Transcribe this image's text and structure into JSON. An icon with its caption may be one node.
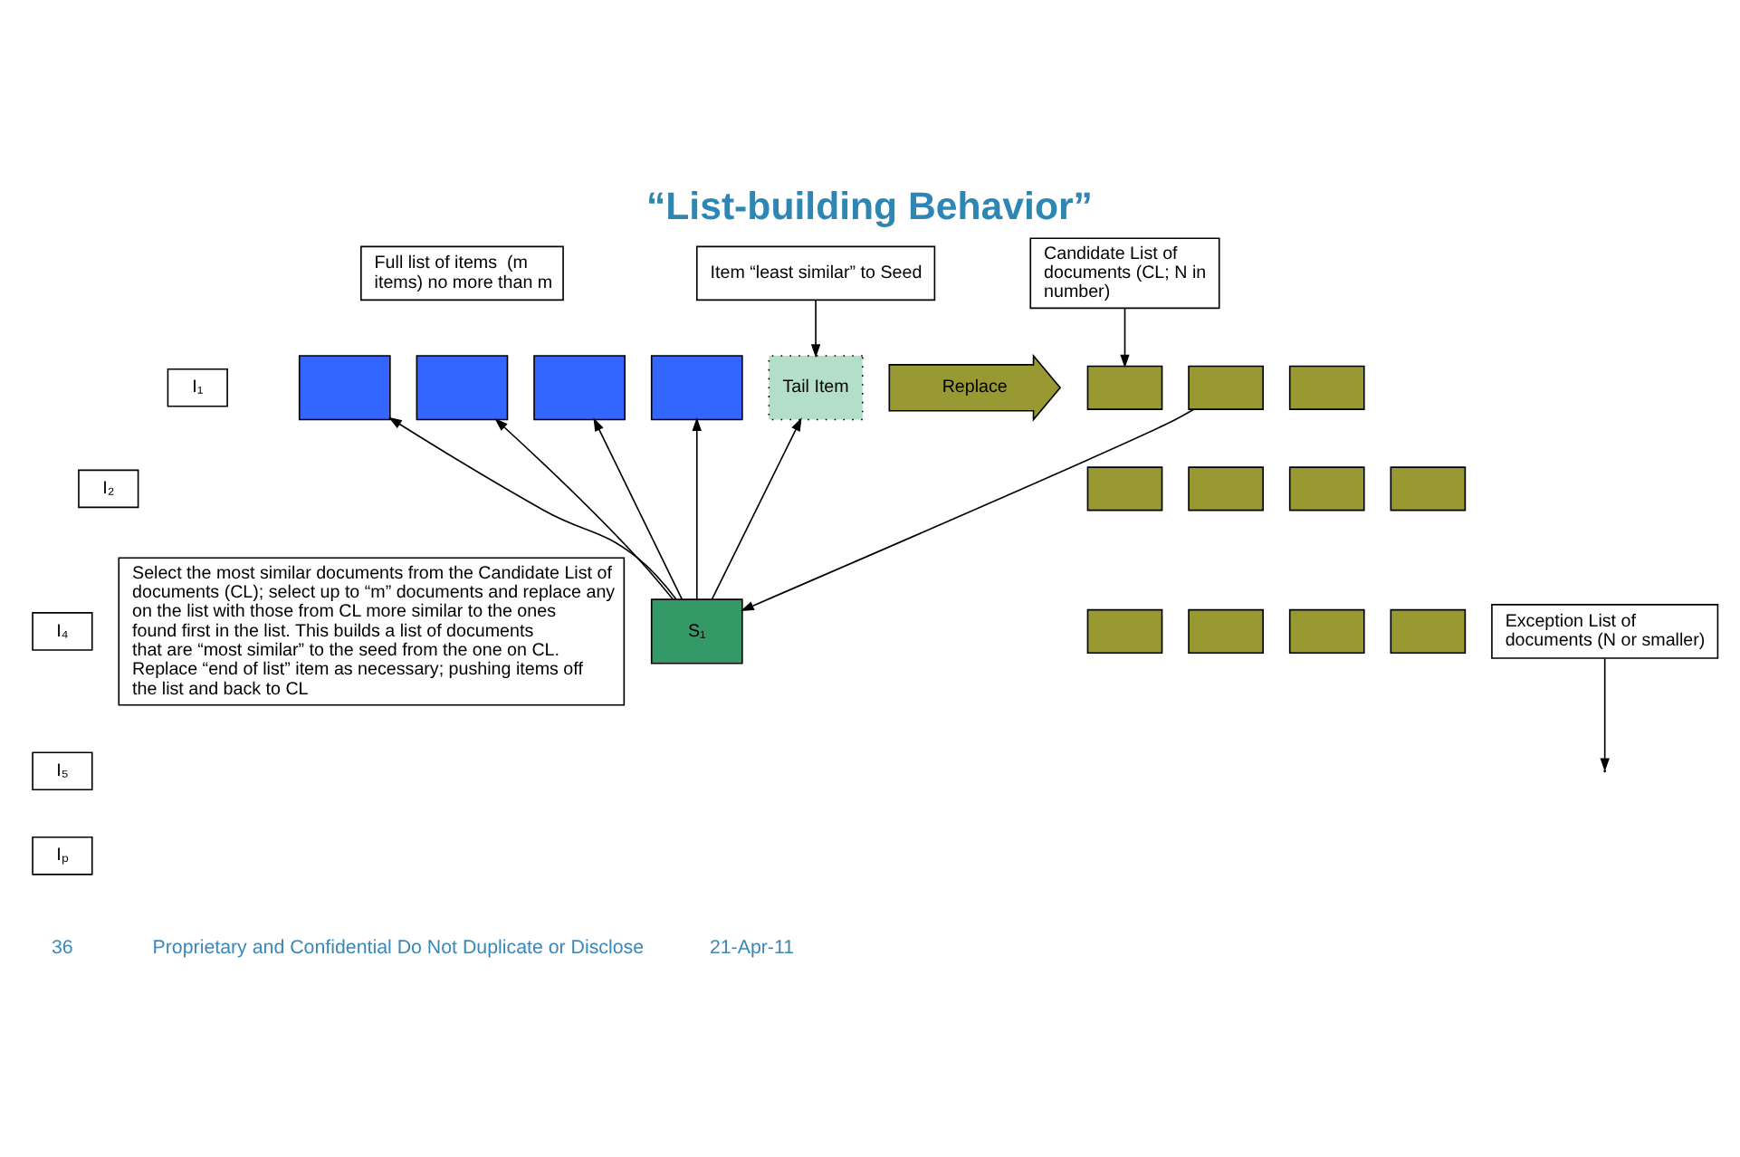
{
  "diagram": {
    "title": "“List-building Behavior”",
    "nodes": [
      {
        "text": [
          "Full list of items  (m items) no more than m"
        ]
      },
      {
        "text": [
          "Item “least similar” to Seed"
        ]
      },
      {
        "text": [
          "Candidate List of documents (CL; N in number)"
        ]
      },
      {
        "text": [
          "I₁"
        ]
      },
      {
        "text": [],
        "shape": "box"
      },
      {
        "text": [],
        "shape": "box"
      },
      {
        "text": [],
        "shape": "box"
      },
      {
        "text": [],
        "shape": "box"
      },
      {
        "text": [
          "Tail Item"
        ]
      },
      {
        "text": [
          "Replace"
        ]
      },
      {
        "text": [
          "I₂"
        ]
      },
      {
        "text": [],
        "shape": "box"
      },
      {
        "text": [],
        "shape": "box"
      },
      {
        "text": [],
        "shape": "box"
      },
      {
        "text": [],
        "shape": "box"
      },
      {
        "text": [],
        "shape": "box"
      },
      {
        "text": [],
        "shape": "box"
      },
      {
        "text": [],
        "shape": "box"
      },
      {
        "text": [],
        "shape": "box"
      },
      {
        "text": [],
        "shape": "box"
      },
      {
        "text": [],
        "shape": "box"
      },
      {
        "text": [],
        "shape": "box"
      },
      {
        "text": [
          "S₁"
        ]
      },
      {
        "text": [
          "I₄"
        ]
      },
      {
        "text": [
          "Select the most similar documents from the Candidate List of documents (CL); select up to “m” documents and replace any on the list with those from CL more similar to the ones found first in the list. This builds a list of documents that are “most similar” to the seed from the one on CL. Replace “end of list” item as necessary; pushing items off the list and back to CL"
        ]
      },
      {
        "text": [
          "Exception List of documents (N or smaller)"
        ]
      },
      {
        "text": [
          "I₅"
        ]
      },
      {
        "text": [
          "Iₚ"
        ]
      }
    ],
    "edges": [
      {
        "from": 1,
        "to": 8,
        "arrow": "to"
      },
      {
        "from": 2,
        "to": 11,
        "arrow": "to"
      },
      {
        "from": 22,
        "to": 4,
        "arrow": "to"
      },
      {
        "from": 22,
        "to": 5,
        "arrow": "to"
      },
      {
        "from": 22,
        "to": 6,
        "arrow": "to"
      },
      {
        "from": 22,
        "to": 7,
        "arrow": "to"
      },
      {
        "from": 22,
        "to": 8,
        "arrow": "to"
      },
      {
        "from": 12,
        "to": 22,
        "arrow": "to"
      },
      {
        "from": 25,
        "to": null,
        "arrow": "to"
      }
    ],
    "labels": [
      "36",
      "Proprietary and Confidential Do Not Duplicate or Disclose",
      "21-Apr-11"
    ]
  }
}
